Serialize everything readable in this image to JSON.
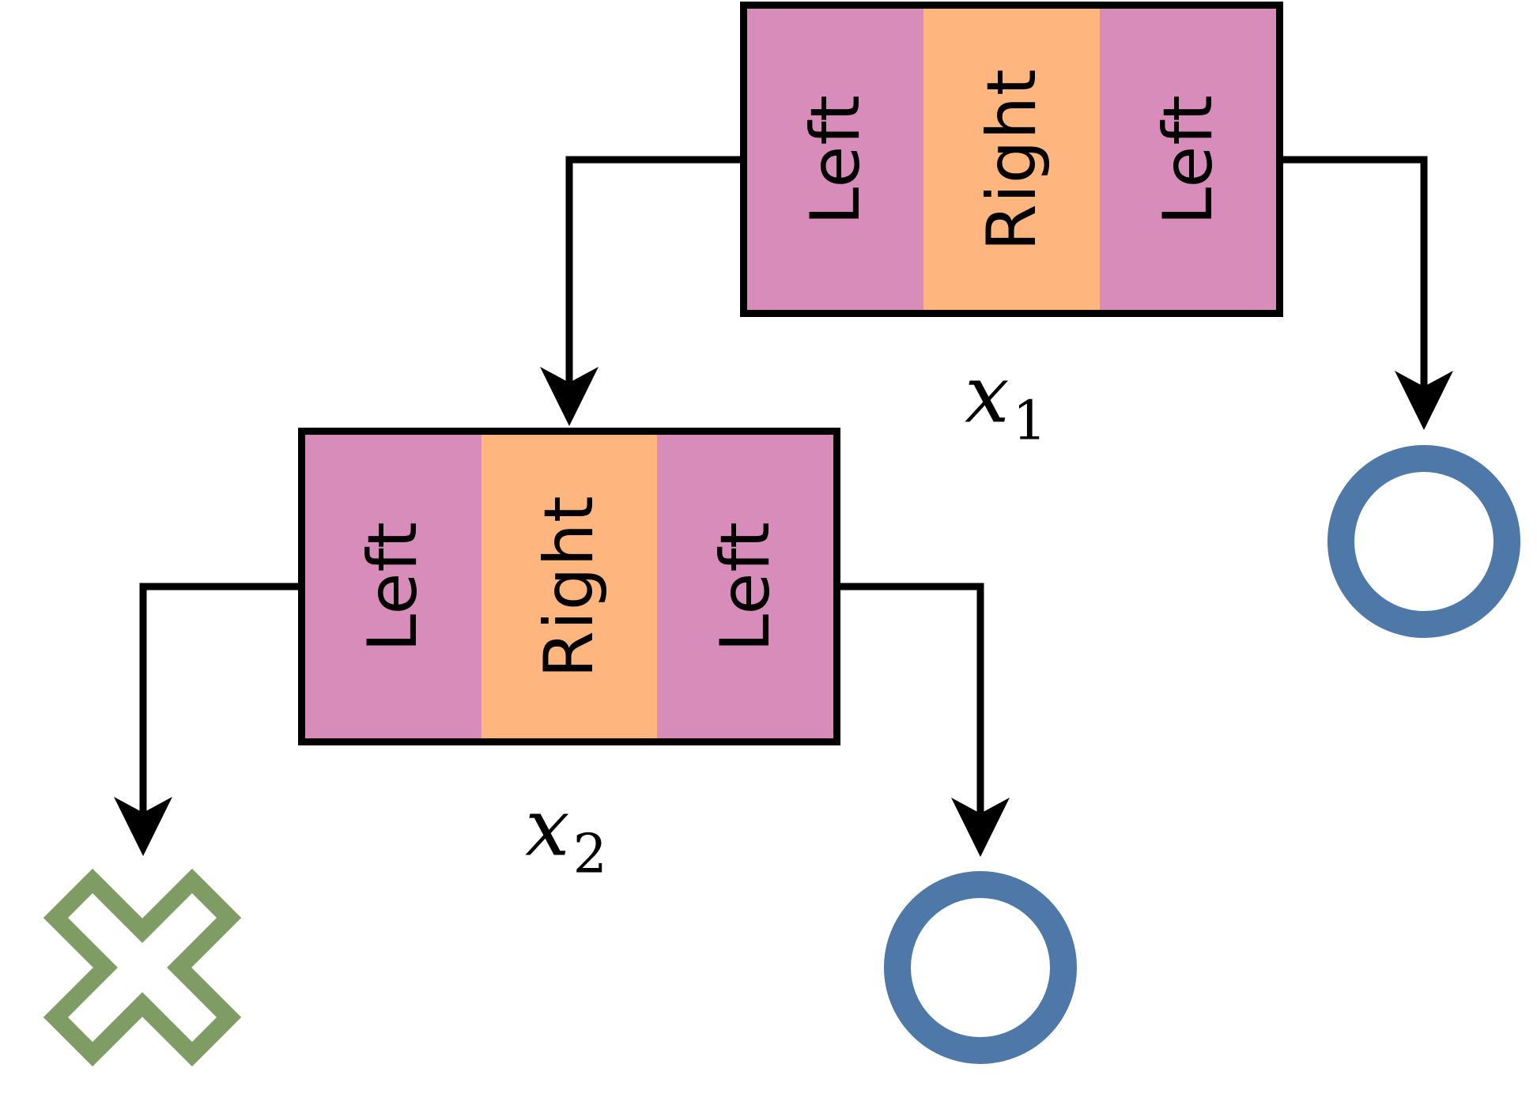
{
  "diagram_type": "decision-tree",
  "colors": {
    "band_pink": "#D78CBA",
    "band_orange": "#FFB57E",
    "circle_blue": "#4E78A8",
    "cross_green": "#7E9C64",
    "arrow_black": "#000000"
  },
  "node1": {
    "segments": [
      "Left",
      "Right",
      "Left"
    ],
    "label_base": "x",
    "label_sub": "1"
  },
  "node2": {
    "segments": [
      "Left",
      "Right",
      "Left"
    ],
    "label_base": "x",
    "label_sub": "2"
  },
  "leaves": [
    {
      "icon": "cross-icon",
      "meaning": "class-cross",
      "color": "#7E9C64"
    },
    {
      "icon": "circle-icon",
      "meaning": "class-circle",
      "color": "#4E78A8"
    },
    {
      "icon": "circle-icon",
      "meaning": "class-circle",
      "color": "#4E78A8"
    }
  ]
}
